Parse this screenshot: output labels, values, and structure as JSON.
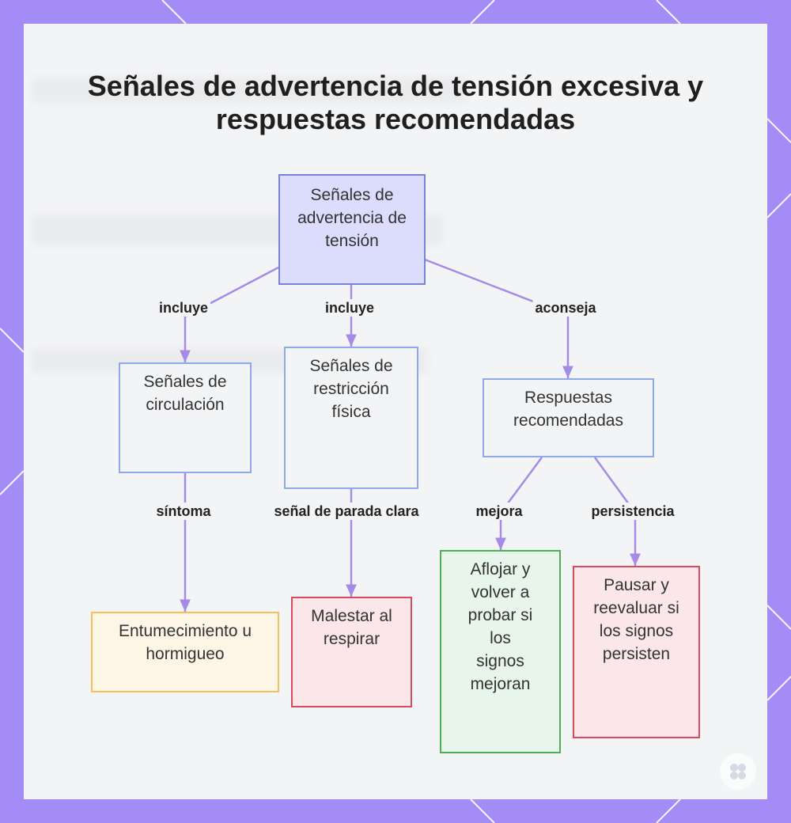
{
  "title": "Señales de advertencia de tensión excesiva y respuestas recomendadas",
  "colors": {
    "frame": "#a48cf6",
    "card": "#f3f4f6",
    "edge": "#a68ae6",
    "root_fill": "#dcdcfc",
    "root_border": "#7a82d6",
    "category_border": "#8ea8ee",
    "symptom_border": "#f0c257",
    "stop_border": "#d84a5c",
    "improve_border": "#4caf56"
  },
  "nodes": {
    "root": "Señales de advertencia de tensión",
    "circulation": "Señales de circulación",
    "restriction": "Señales de restricción física",
    "responses": "Respuestas recomendadas",
    "numbness": "Entumecimiento u hormigueo",
    "breathing": "Malestar al respirar",
    "loosen": "Aflojar y volver a probar si los signos mejoran",
    "pause": "Pausar y reevaluar si los signos persisten"
  },
  "edges": {
    "root_circulation": "incluye",
    "root_restriction": "incluye",
    "root_responses": "aconseja",
    "circulation_numbness": "síntoma",
    "restriction_breathing": "señal de parada clara",
    "responses_loosen": "mejora",
    "responses_pause": "persistencia"
  },
  "icons": {
    "badge": "logo-badge-icon"
  }
}
